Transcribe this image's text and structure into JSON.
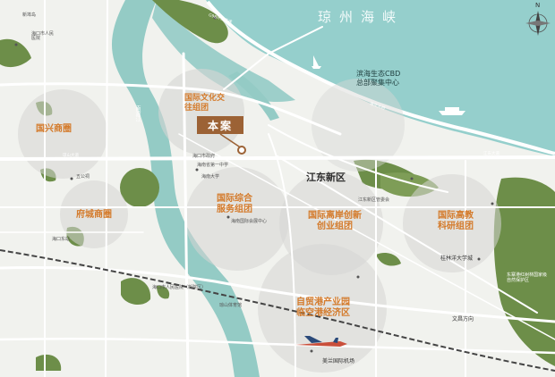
{
  "sea_name": "琼州海峡",
  "compass": {
    "north": "N",
    "icon": "compass-rose-icon"
  },
  "project_marker": "本案",
  "districts": [
    {
      "id": "cultural",
      "name": "国际文化交往组团"
    },
    {
      "id": "xingshang",
      "name": "国兴商圈"
    },
    {
      "id": "fucheng",
      "name": "府城商圈"
    },
    {
      "id": "services",
      "name": "国际综合服务组团"
    },
    {
      "id": "jiangdong",
      "name": "江东新区"
    },
    {
      "id": "offshore",
      "name": "国际离岸创新创业组团"
    },
    {
      "id": "edu",
      "name": "国际高教科研组团"
    },
    {
      "id": "freeport",
      "name": "自贸港产业园临空港经济区"
    },
    {
      "id": "cbd",
      "name": "滨海生态CBD总部聚集中心"
    }
  ],
  "places": [
    "新埠岛",
    "海口市人民医院",
    "海口东站",
    "五公祠",
    "海口市政府",
    "海南省第一中学",
    "海口市人民医院（新院区）",
    "海南大学",
    "海南国际会展中心",
    "美兰国际机场",
    "桂林洋大学城",
    "东寨港红树林国家级自然保护区",
    "江东新区管委会",
    "琼山体育馆"
  ],
  "roads": [
    "G98环岛高速",
    "海文大桥",
    "江东大道",
    "琼山大道",
    "文昌方向"
  ],
  "river": "南渡江",
  "colors": {
    "land": "#f1f2ee",
    "sea": "#95cfcc",
    "river": "#94cbc5",
    "green": "#6d8e49",
    "road": "#ffffff",
    "orange": "#d47a2a",
    "marker": "#9c6235",
    "circle": "#d6d6d4"
  }
}
